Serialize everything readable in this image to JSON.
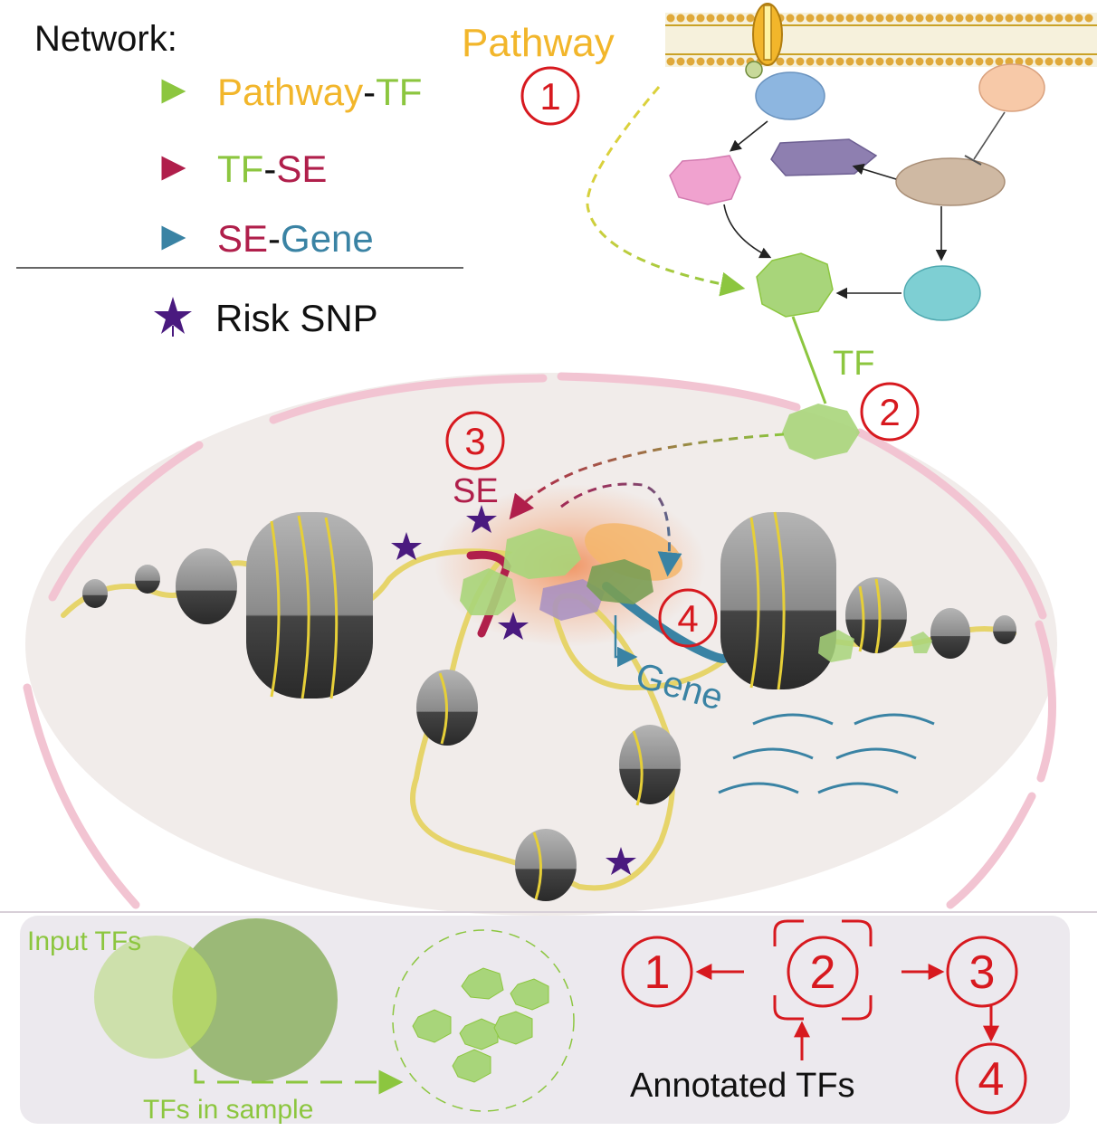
{
  "legend": {
    "title": "Network:",
    "items": [
      {
        "from": "Pathway",
        "sep": "-",
        "to": "TF"
      },
      {
        "from": "TF",
        "sep": "-",
        "to": "SE"
      },
      {
        "from": "SE",
        "sep": "-",
        "to": "Gene"
      }
    ],
    "snp_label": "Risk SNP"
  },
  "labels": {
    "pathway": "Pathway",
    "tf": "TF",
    "se": "SE",
    "gene": "Gene"
  },
  "steps": {
    "s1": "1",
    "s2": "2",
    "s3": "3",
    "s4": "4"
  },
  "bottom": {
    "input_tfs": "Input TFs",
    "tfs_in_sample": "TFs in sample",
    "annotated_tfs": "Annotated TFs"
  },
  "colors": {
    "pathway": "#f2b62b",
    "tf": "#8cc63f",
    "se": "#b01f4b",
    "gene": "#3a83a4",
    "step": "#d7191f",
    "snp": "#4a1a7f"
  }
}
